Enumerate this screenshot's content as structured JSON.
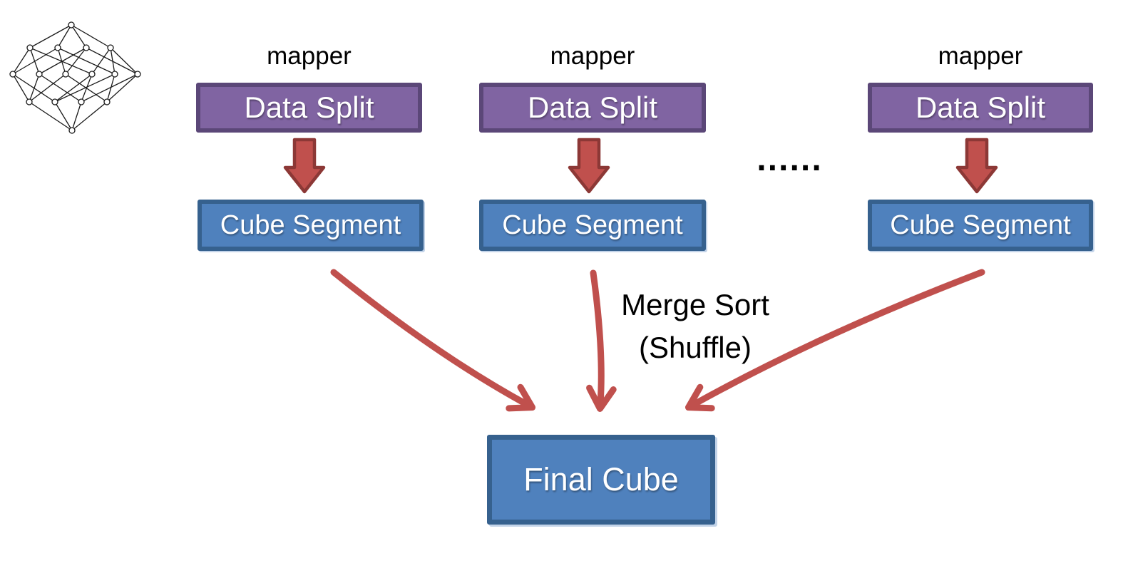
{
  "slide": {
    "background": "#ffffff"
  },
  "colors": {
    "data_split_fill": "#8064A2",
    "data_split_border": "#5B4778",
    "cube_fill": "#4F81BD",
    "cube_border": "#36618E",
    "block_arrow_fill": "#C0504D",
    "block_arrow_border": "#8C3836",
    "connector_red": "#C0504D",
    "text_dark": "#000000",
    "text_light": "#FFFFFF"
  },
  "icons": {
    "lattice": "cuboid-lattice-icon",
    "down_arrow": "down-arrow-icon",
    "connector_arrow": "merge-connector-arrow-icon"
  },
  "mappers": [
    {
      "label": "mapper",
      "data_split": "Data Split",
      "cube_segment": "Cube Segment"
    },
    {
      "label": "mapper",
      "data_split": "Data Split",
      "cube_segment": "Cube Segment"
    },
    {
      "label": "mapper",
      "data_split": "Data Split",
      "cube_segment": "Cube Segment"
    }
  ],
  "ellipsis": "......",
  "merge_sort": {
    "line1": "Merge Sort",
    "line2": "(Shuffle)"
  },
  "final_cube": {
    "label": "Final Cube"
  }
}
